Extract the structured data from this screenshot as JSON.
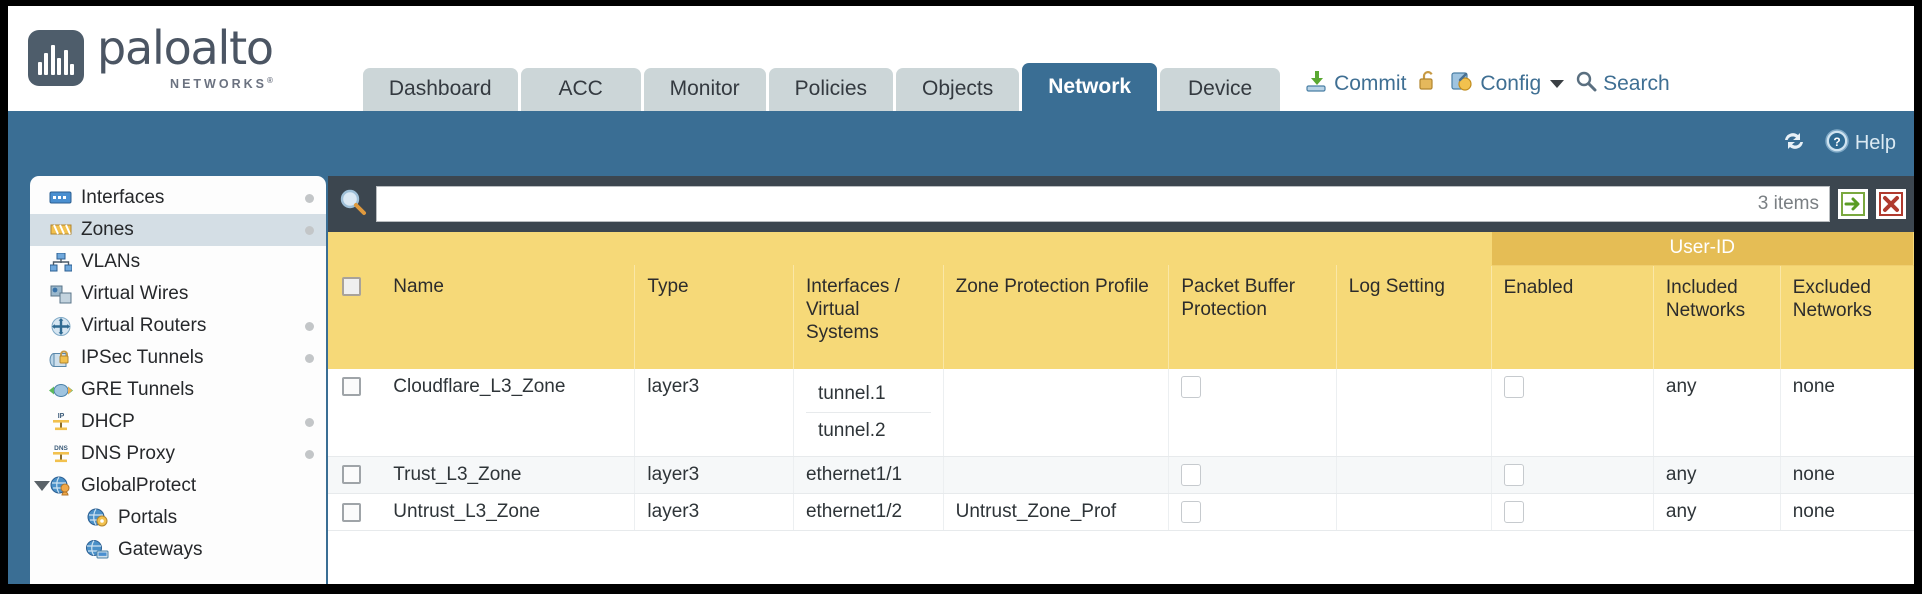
{
  "brand": {
    "name": "paloalto",
    "tagline": "NETWORKS",
    "registered": "®",
    "logo_icon": "paloalto-wave-logo"
  },
  "header": {
    "tabs": [
      {
        "label": "Dashboard",
        "active": false
      },
      {
        "label": "ACC",
        "active": false
      },
      {
        "label": "Monitor",
        "active": false
      },
      {
        "label": "Policies",
        "active": false
      },
      {
        "label": "Objects",
        "active": false
      },
      {
        "label": "Network",
        "active": true
      },
      {
        "label": "Device",
        "active": false
      }
    ],
    "actions": [
      {
        "label": "Commit",
        "icon": "commit-download-icon"
      },
      {
        "label": "",
        "icon": "unlock-padlock-icon"
      },
      {
        "label": "Config",
        "icon": "config-wrench-icon",
        "has_caret": true
      },
      {
        "label": "Search",
        "icon": "search-magnifier-icon"
      }
    ],
    "accent_active_tab": "#3a6e94",
    "tab_inactive_color": "#ccd6d8"
  },
  "toolbar": {
    "refresh_icon": "refresh-icon",
    "help_label": "Help",
    "help_icon": "help-question-icon"
  },
  "sidebar": {
    "items": [
      {
        "label": "Interfaces",
        "icon": "interfaces-icon",
        "dot": true,
        "selected": false,
        "child": false,
        "twisty": false
      },
      {
        "label": "Zones",
        "icon": "zones-icon",
        "dot": true,
        "selected": true,
        "child": false,
        "twisty": false
      },
      {
        "label": "VLANs",
        "icon": "vlans-icon",
        "dot": false,
        "selected": false,
        "child": false,
        "twisty": false
      },
      {
        "label": "Virtual Wires",
        "icon": "virtual-wires-icon",
        "dot": false,
        "selected": false,
        "child": false,
        "twisty": false
      },
      {
        "label": "Virtual Routers",
        "icon": "virtual-routers-icon",
        "dot": true,
        "selected": false,
        "child": false,
        "twisty": false
      },
      {
        "label": "IPSec Tunnels",
        "icon": "ipsec-tunnels-icon",
        "dot": true,
        "selected": false,
        "child": false,
        "twisty": false
      },
      {
        "label": "GRE Tunnels",
        "icon": "gre-tunnels-icon",
        "dot": false,
        "selected": false,
        "child": false,
        "twisty": false
      },
      {
        "label": "DHCP",
        "icon": "dhcp-icon",
        "dot": true,
        "selected": false,
        "child": false,
        "twisty": false
      },
      {
        "label": "DNS Proxy",
        "icon": "dns-proxy-icon",
        "dot": true,
        "selected": false,
        "child": false,
        "twisty": false
      },
      {
        "label": "GlobalProtect",
        "icon": "globalprotect-icon",
        "dot": false,
        "selected": false,
        "child": false,
        "twisty": true
      },
      {
        "label": "Portals",
        "icon": "portals-icon",
        "dot": false,
        "selected": false,
        "child": true,
        "twisty": false
      },
      {
        "label": "Gateways",
        "icon": "gateways-icon",
        "dot": false,
        "selected": false,
        "child": true,
        "twisty": false
      }
    ]
  },
  "search": {
    "value": "",
    "placeholder": "",
    "item_count": "3 items",
    "magnifier_icon": "search-magnifier-icon",
    "apply_icon": "apply-arrow-icon",
    "clear_icon": "clear-x-icon"
  },
  "table": {
    "group_header": {
      "label": "User-ID",
      "span": 3,
      "color": "#e5bd55"
    },
    "header_color": "#f6d978",
    "columns": [
      {
        "key": "checkbox",
        "label": ""
      },
      {
        "key": "name",
        "label": "Name"
      },
      {
        "key": "type",
        "label": "Type"
      },
      {
        "key": "interfaces",
        "label": "Interfaces / Virtual Systems"
      },
      {
        "key": "zone_protection_profile",
        "label": "Zone Protection Profile"
      },
      {
        "key": "packet_buffer_protection",
        "label": "Packet Buffer Protection"
      },
      {
        "key": "log_setting",
        "label": "Log Setting"
      },
      {
        "key": "userid_enabled",
        "label": "Enabled"
      },
      {
        "key": "included_networks",
        "label": "Included Networks"
      },
      {
        "key": "excluded_networks",
        "label": "Excluded Networks"
      }
    ],
    "rows": [
      {
        "selected": false,
        "name": "Cloudflare_L3_Zone",
        "type": "layer3",
        "interfaces": [
          "tunnel.1",
          "tunnel.2"
        ],
        "zone_protection_profile": "",
        "packet_buffer_protection": false,
        "log_setting": "",
        "userid_enabled": false,
        "included_networks": "any",
        "excluded_networks": "none"
      },
      {
        "selected": false,
        "name": "Trust_L3_Zone",
        "type": "layer3",
        "interfaces": [
          "ethernet1/1"
        ],
        "zone_protection_profile": "",
        "packet_buffer_protection": false,
        "log_setting": "",
        "userid_enabled": false,
        "included_networks": "any",
        "excluded_networks": "none"
      },
      {
        "selected": false,
        "name": "Untrust_L3_Zone",
        "type": "layer3",
        "interfaces": [
          "ethernet1/2"
        ],
        "zone_protection_profile": "Untrust_Zone_Prof",
        "packet_buffer_protection": false,
        "log_setting": "",
        "userid_enabled": false,
        "included_networks": "any",
        "excluded_networks": "none"
      }
    ]
  }
}
